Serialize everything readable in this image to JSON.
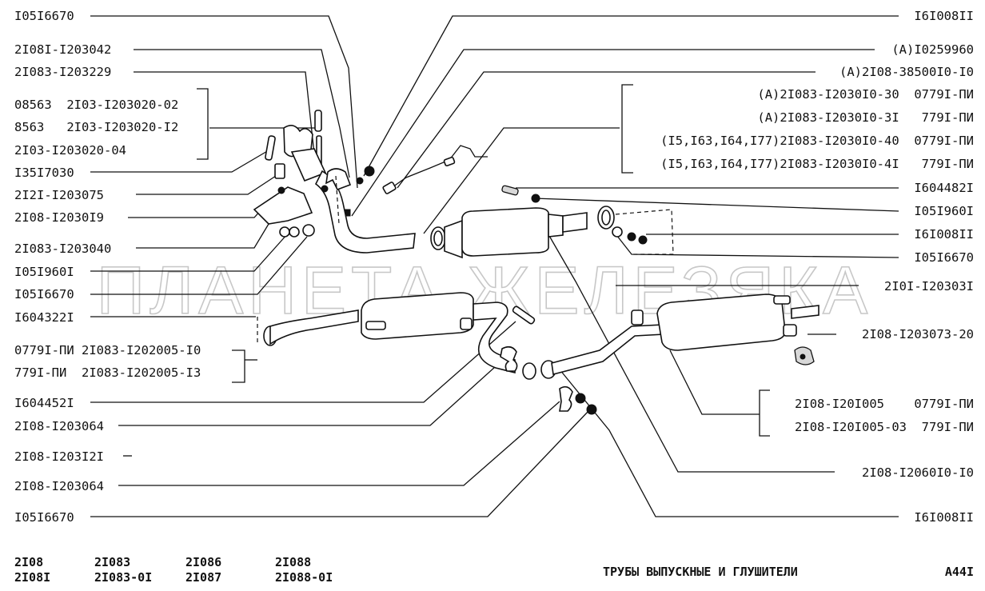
{
  "watermark": "ПЛАНЕТА ЖЕЛЕЗЯКА",
  "title": "ТРУБЫ ВЫПУСКНЫЕ И ГЛУШИТЕЛИ",
  "page_code": "A44I",
  "models": [
    "2I08",
    "2I08I",
    "2I083",
    "2I083-0I",
    "2I086",
    "2I087",
    "2I088",
    "2I088-0I"
  ],
  "callouts_left": [
    "I05I6670",
    "2I08I-I203042",
    "2I083-I203229",
    "08563  2I03-I203020-02",
    "8563   2I03-I203020-I2",
    "2I03-I203020-04",
    "I35I7030",
    "2I2I-I203075",
    "2I08-I2030I9",
    "2I083-I203040",
    "I05I960I",
    "I05I6670",
    "I604322I",
    "0779I-ПИ 2I083-I202005-I0",
    "779I-ПИ  2I083-I202005-I3",
    "I604452I",
    "2I08-I203064",
    "2I08-I203I2I",
    "2I08-I203064",
    "I05I6670"
  ],
  "callouts_right": [
    "I6I008II",
    "(A)I0259960",
    "(A)2I08-38500I0-I0",
    "(A)2I083-I2030I0-30  0779I-ПИ",
    "(A)2I083-I2030I0-3I   779I-ПИ",
    "(I5,I63,I64,I77)2I083-I2030I0-40  0779I-ПИ",
    "(I5,I63,I64,I77)2I083-I2030I0-4I   779I-ПИ",
    "I604482I",
    "I05I960I",
    "I6I008II",
    "I05I6670",
    "2I0I-I20303I",
    "2I08-I203073-20",
    "2I08-I20I005    0779I-ПИ",
    "2I08-I20I005-03  779I-ПИ",
    "2I08-I2060I0-I0",
    "I6I008II"
  ]
}
